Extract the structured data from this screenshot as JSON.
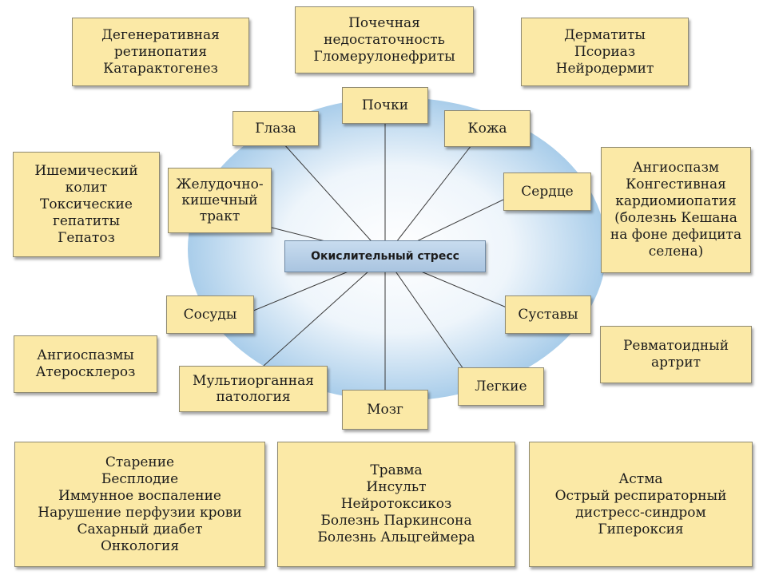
{
  "center": "Окислительный стресс",
  "organs": {
    "eyes": "Глаза",
    "kidneys": "Почки",
    "skin": "Кожа",
    "gi": "Желудочно-\nкишечный\nтракт",
    "heart": "Сердце",
    "vessels": "Сосуды",
    "joints": "Суставы",
    "multi": "Мультиорганная\nпатология",
    "lungs": "Легкие",
    "brain": "Мозг"
  },
  "diseases": {
    "eyes": "Дегенеративная\nретинопатия\nКатарактогенез",
    "kidneys": "Почечная\nнедостаточность\nГломерулонефриты",
    "skin": "Дерматиты\nПсориаз\nНейродермит",
    "gi": "Ишемический\nколит\nТоксические\nгепатиты\nГепатоз",
    "heart": "Ангиоспазм\nКонгестивная\nкардиомиопатия\n(болезнь Кешана\nна фоне дефицита\nселена)",
    "vessels": "Ангиоспазмы\nАтеросклероз",
    "joints": "Ревматоидный\nартрит",
    "multi": "Старение\nБесплодие\nИммунное воспаление\nНарушение перфузии крови\nСахарный диабет\nОнкология",
    "brain": "Травма\nИнсульт\nНейротоксикоз\nБолезнь Паркинсона\nБолезнь Альцгеймера",
    "lungs": "Астма\nОстрый респираторный\nдистресс-синдром\nГипероксия"
  },
  "colors": {
    "box_fill": "#fbe9a6",
    "center_fill": "#b7cfe7",
    "ellipse_inner": "#ffffff",
    "ellipse_outer": "#a9cdea"
  }
}
